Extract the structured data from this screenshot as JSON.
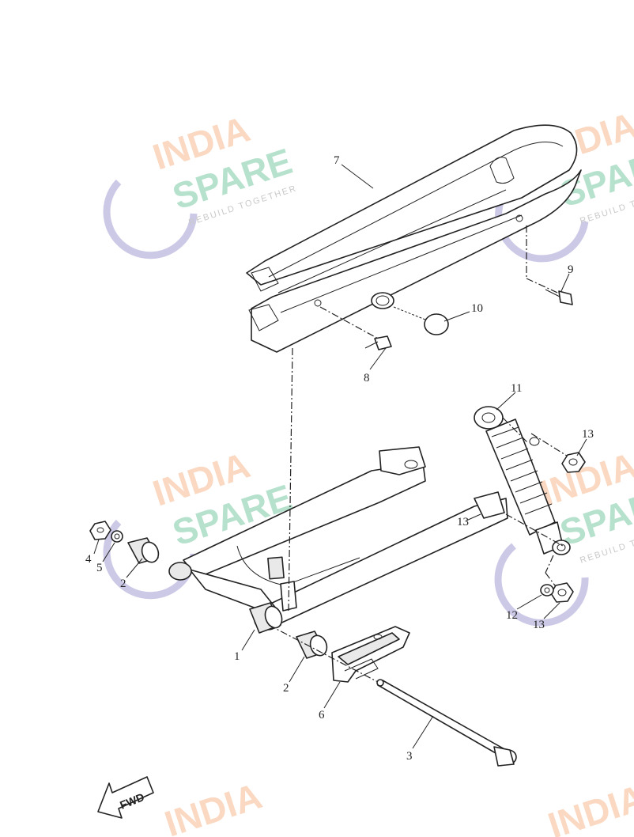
{
  "diagram": {
    "callouts": {
      "p1": "1",
      "p2a": "2",
      "p2b": "2",
      "p3": "3",
      "p4": "4",
      "p5": "5",
      "p6": "6",
      "p7": "7",
      "p8": "8",
      "p9": "9",
      "p10": "10",
      "p11": "11",
      "p12": "12",
      "p13a": "13",
      "p13b": "13",
      "p13c": "13"
    },
    "direction_arrow": "FWD"
  },
  "watermark": {
    "line1": "INDIA",
    "line2": "SPARE",
    "tagline": "REBUILD TOGETHER",
    "colors": {
      "orange": "#f6b98f",
      "green": "#7cc9a4",
      "purple": "#b7b2dd"
    }
  }
}
